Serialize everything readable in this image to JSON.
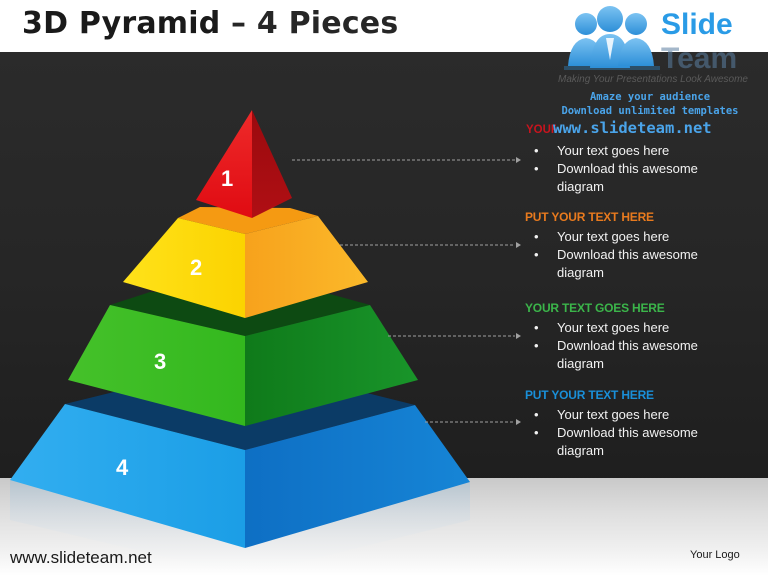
{
  "slide": {
    "title": "3D Pyramid",
    "title_separator": " – ",
    "subtitle": "4 Pieces",
    "footer_url": "www.slideteam.net",
    "footer_logo": "Your Logo"
  },
  "logo": {
    "word1": "Slide",
    "word2": "Team",
    "tagline": "Making Your Presentations Look Awesome",
    "promo_line1": "Amaze your audience",
    "promo_line2": "Download unlimited templates",
    "promo_url": "www.slideteam.net",
    "overlapped_heading": "YOUR TEXT HERE"
  },
  "colors": {
    "tier1": "#c8141e",
    "tier2": "#f6b40a",
    "tier3": "#27a22c",
    "tier4": "#1183d8",
    "heading2": "#e87a1e",
    "heading3": "#3bb54a",
    "heading4": "#1a8fd8"
  },
  "tiers": [
    {
      "number": "1",
      "heading": "YOUR TEXT HERE",
      "bullets": [
        "Your text goes here",
        "Download this awesome diagram"
      ]
    },
    {
      "number": "2",
      "heading": "PUT YOUR TEXT HERE",
      "bullets": [
        "Your text goes here",
        "Download this awesome diagram"
      ]
    },
    {
      "number": "3",
      "heading": "YOUR TEXT GOES HERE",
      "bullets": [
        "Your text goes here",
        "Download this awesome diagram"
      ]
    },
    {
      "number": "4",
      "heading": "PUT YOUR TEXT HERE",
      "bullets": [
        "Your text goes here",
        "Download this awesome diagram"
      ]
    }
  ]
}
